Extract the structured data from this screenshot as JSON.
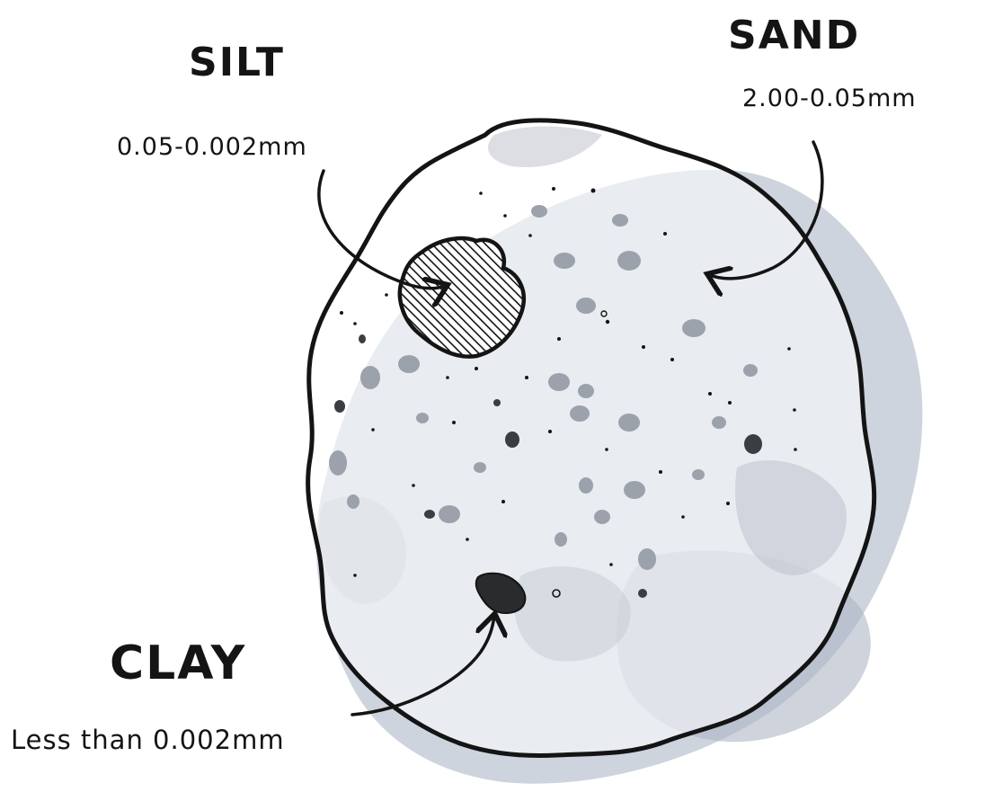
{
  "labels": {
    "silt": {
      "title": "SILT",
      "range": "0.05-0.002mm"
    },
    "sand": {
      "title": "SAND",
      "range": "2.00-0.05mm"
    },
    "clay": {
      "title": "CLAY",
      "range": "Less than 0.002mm"
    }
  },
  "colors": {
    "ink": "#141414",
    "wash": "#c3cad6",
    "wash_dark": "#a9b1c0",
    "speckle": "#9aa0aa",
    "paper": "#ffffff"
  }
}
